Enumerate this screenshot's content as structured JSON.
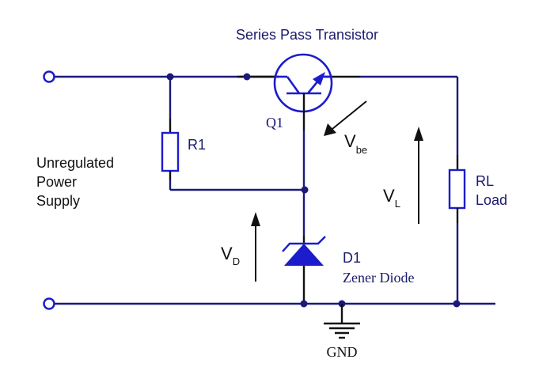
{
  "title": "Series Pass Transistor",
  "colors": {
    "wire": "#1a1a7a",
    "component": "#1c1ccc",
    "label_blue": "#1a1a6e",
    "label_black": "#111111"
  },
  "labels": {
    "q1": "Q1",
    "r1": "R1",
    "rl_line1": "RL",
    "rl_line2": "Load",
    "d1": "D1",
    "d1_desc": "Zener Diode",
    "supply_line1": "Unregulated",
    "supply_line2": "Power",
    "supply_line3": "Supply",
    "gnd": "GND",
    "vbe_main": "V",
    "vbe_sub": "be",
    "vl_main": "V",
    "vl_sub": "L",
    "vd_main": "V",
    "vd_sub": "D"
  },
  "components": [
    {
      "id": "Q1",
      "type": "npn-transistor",
      "name": "Series Pass Transistor"
    },
    {
      "id": "R1",
      "type": "resistor"
    },
    {
      "id": "RL",
      "type": "resistor",
      "name": "Load"
    },
    {
      "id": "D1",
      "type": "zener-diode",
      "name": "Zener Diode"
    },
    {
      "id": "GND",
      "type": "ground"
    }
  ]
}
